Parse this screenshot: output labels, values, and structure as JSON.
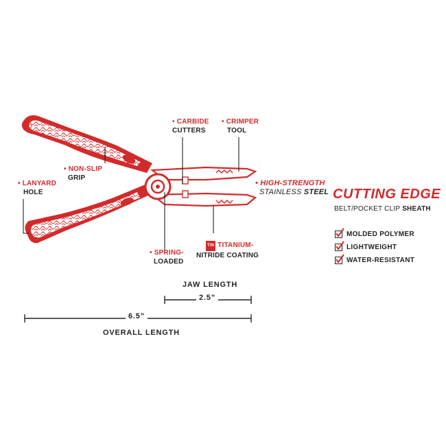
{
  "callouts": {
    "carbide": {
      "line1": "CARBIDE",
      "line2": "CUTTERS"
    },
    "crimper": {
      "line1": "CRIMPER",
      "line2": "TOOL"
    },
    "non_slip": {
      "line1": "NON-SLIP",
      "line2": "GRIP"
    },
    "lanyard": {
      "line1": "LANYARD",
      "line2": "HOLE"
    },
    "spring": {
      "line1": "SPRING-",
      "line2": "LOADED"
    },
    "titanium": {
      "badge": "TiN",
      "line1": "TITANIUM-",
      "line2": "NITRIDE COATING"
    },
    "high_strength": {
      "line1": "HIGH-STRENGTH",
      "line2_a": "STAINLESS",
      "line2_b": "STEEL"
    }
  },
  "product": {
    "title": "CUTTING EDGE",
    "subtitle_a": "BELT/POCKET CLIP",
    "subtitle_b": "SHEATH"
  },
  "features": [
    "MOLDED POLYMER",
    "LIGHTWEIGHT",
    "WATER-RESISTANT"
  ],
  "measurements": {
    "jaw_label": "JAW LENGTH",
    "jaw_value": "2.5”",
    "overall_value": "6.5”",
    "overall_label": "OVERALL LENGTH"
  },
  "colors": {
    "accent": "#d32a2a",
    "text": "#222222"
  }
}
